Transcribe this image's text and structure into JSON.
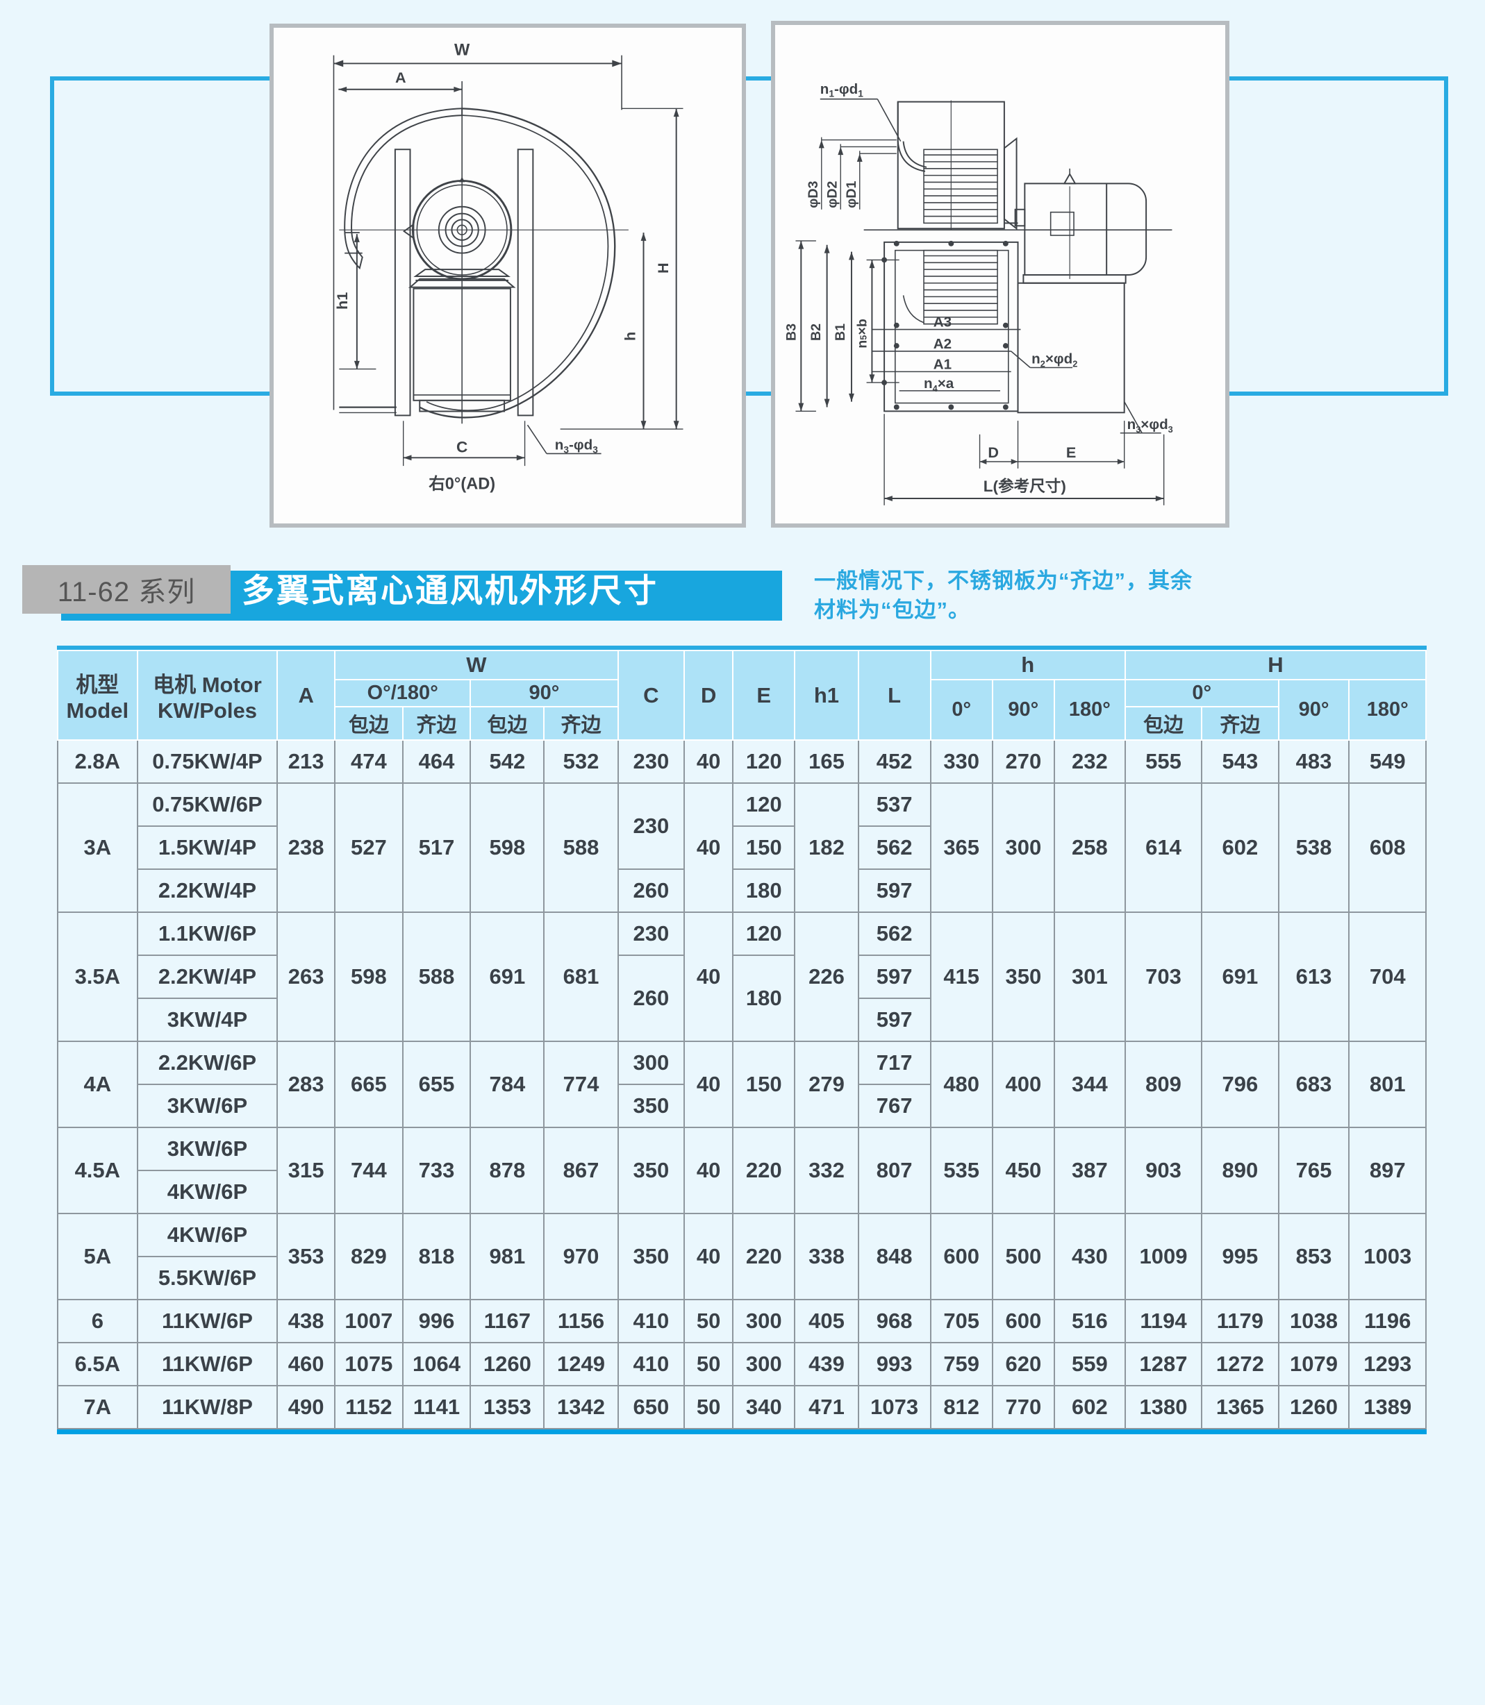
{
  "title": {
    "badge": "11-62 系列",
    "main": "多翼式离心通风机外形尺寸",
    "note_line1": "一般情况下，不锈钢板为“齐边”，其余",
    "note_line2": "材料为“包边”。"
  },
  "colors": {
    "accent": "#29abe2",
    "banner": "#18a6de",
    "badge": "#b5b5b5",
    "header_bg": "#ade2f7",
    "cell_bg": "#eaf7fd",
    "page_bg": "#eaf7fd",
    "text": "#3a4148",
    "note_text": "#2aa8e0",
    "rule": "#00a0e3"
  },
  "drawings": {
    "left": {
      "caption": "右0°(AD)",
      "labels": [
        "W",
        "A",
        "h1",
        "H",
        "h",
        "C",
        "n₃-φd₃"
      ]
    },
    "right": {
      "caption": "L(参考尺寸)",
      "labels": [
        "n₁-φd₁",
        "φD3",
        "φD2",
        "φD1",
        "B3",
        "B2",
        "B1",
        "n₅×b",
        "A3",
        "A2",
        "A1",
        "n₄×a",
        "n₂×φd₂",
        "D",
        "E",
        "n₃×φd₃"
      ]
    }
  },
  "table": {
    "headers": {
      "model": "机型",
      "model_en": "Model",
      "motor": "电机 Motor",
      "motor_en": "KW/Poles",
      "A": "A",
      "W": "W",
      "W_0_180": "O°/180°",
      "W_90": "90°",
      "baobian": "包边",
      "qibian": "齐边",
      "C": "C",
      "D": "D",
      "E": "E",
      "h1": "h1",
      "L": "L",
      "h": "h",
      "h_0": "0°",
      "h_90": "90°",
      "h_180": "180°",
      "H": "H",
      "H_0": "0°",
      "H_90": "90°",
      "H_180": "180°"
    },
    "rows": [
      {
        "model": "2.8A",
        "model_rowspan": 1,
        "motor": "0.75KW/4P",
        "A": "213",
        "A_rowspan": 1,
        "W0b": "474",
        "W0q": "464",
        "W90b": "542",
        "W90q": "532",
        "W_rowspan": 1,
        "C": "230",
        "C_rowspan": 1,
        "D": "40",
        "D_rowspan": 1,
        "E": "120",
        "E_rowspan": 1,
        "h1": "165",
        "h1_rowspan": 1,
        "L": "452",
        "L_rowspan": 1,
        "h0": "330",
        "h90": "270",
        "h180": "232",
        "h_rowspan": 1,
        "H0b": "555",
        "H0q": "543",
        "H90": "483",
        "H180": "549",
        "H_rowspan": 1
      },
      {
        "model": "3A",
        "model_rowspan": 3,
        "motor": "0.75KW/6P",
        "A": "238",
        "A_rowspan": 3,
        "W0b": "527",
        "W0q": "517",
        "W90b": "598",
        "W90q": "588",
        "W_rowspan": 3,
        "C": "230",
        "C_rowspan": 2,
        "D": "40",
        "D_rowspan": 3,
        "E": "120",
        "E_rowspan": 1,
        "h1": "182",
        "h1_rowspan": 3,
        "L": "537",
        "L_rowspan": 1,
        "h0": "365",
        "h90": "300",
        "h180": "258",
        "h_rowspan": 3,
        "H0b": "614",
        "H0q": "602",
        "H90": "538",
        "H180": "608",
        "H_rowspan": 3
      },
      {
        "motor": "1.5KW/4P",
        "E": "150",
        "E_rowspan": 1,
        "L": "562",
        "L_rowspan": 1
      },
      {
        "motor": "2.2KW/4P",
        "C": "260",
        "C_rowspan": 1,
        "E": "180",
        "E_rowspan": 1,
        "L": "597",
        "L_rowspan": 1
      },
      {
        "model": "3.5A",
        "model_rowspan": 3,
        "motor": "1.1KW/6P",
        "A": "263",
        "A_rowspan": 3,
        "W0b": "598",
        "W0q": "588",
        "W90b": "691",
        "W90q": "681",
        "W_rowspan": 3,
        "C": "230",
        "C_rowspan": 1,
        "D": "40",
        "D_rowspan": 3,
        "E": "120",
        "E_rowspan": 1,
        "h1": "226",
        "h1_rowspan": 3,
        "L": "562",
        "L_rowspan": 1,
        "h0": "415",
        "h90": "350",
        "h180": "301",
        "h_rowspan": 3,
        "H0b": "703",
        "H0q": "691",
        "H90": "613",
        "H180": "704",
        "H_rowspan": 3
      },
      {
        "motor": "2.2KW/4P",
        "C": "260",
        "C_rowspan": 2,
        "E": "180",
        "E_rowspan": 2,
        "L": "597",
        "L_rowspan": 1
      },
      {
        "motor": "3KW/4P",
        "L": "597",
        "L_rowspan": 1
      },
      {
        "model": "4A",
        "model_rowspan": 2,
        "motor": "2.2KW/6P",
        "A": "283",
        "A_rowspan": 2,
        "W0b": "665",
        "W0q": "655",
        "W90b": "784",
        "W90q": "774",
        "W_rowspan": 2,
        "C": "300",
        "C_rowspan": 1,
        "D": "40",
        "D_rowspan": 2,
        "E": "150",
        "E_rowspan": 2,
        "h1": "279",
        "h1_rowspan": 2,
        "L": "717",
        "L_rowspan": 1,
        "h0": "480",
        "h90": "400",
        "h180": "344",
        "h_rowspan": 2,
        "H0b": "809",
        "H0q": "796",
        "H90": "683",
        "H180": "801",
        "H_rowspan": 2
      },
      {
        "motor": "3KW/6P",
        "C": "350",
        "C_rowspan": 1,
        "L": "767",
        "L_rowspan": 1
      },
      {
        "model": "4.5A",
        "model_rowspan": 2,
        "motor": "3KW/6P",
        "A": "315",
        "A_rowspan": 2,
        "W0b": "744",
        "W0q": "733",
        "W90b": "878",
        "W90q": "867",
        "W_rowspan": 2,
        "C": "350",
        "C_rowspan": 2,
        "D": "40",
        "D_rowspan": 2,
        "E": "220",
        "E_rowspan": 2,
        "h1": "332",
        "h1_rowspan": 2,
        "L": "807",
        "L_rowspan": 2,
        "h0": "535",
        "h90": "450",
        "h180": "387",
        "h_rowspan": 2,
        "H0b": "903",
        "H0q": "890",
        "H90": "765",
        "H180": "897",
        "H_rowspan": 2
      },
      {
        "motor": "4KW/6P"
      },
      {
        "model": "5A",
        "model_rowspan": 2,
        "motor": "4KW/6P",
        "A": "353",
        "A_rowspan": 2,
        "W0b": "829",
        "W0q": "818",
        "W90b": "981",
        "W90q": "970",
        "W_rowspan": 2,
        "C": "350",
        "C_rowspan": 2,
        "D": "40",
        "D_rowspan": 2,
        "E": "220",
        "E_rowspan": 2,
        "h1": "338",
        "h1_rowspan": 2,
        "L": "848",
        "L_rowspan": 2,
        "h0": "600",
        "h90": "500",
        "h180": "430",
        "h_rowspan": 2,
        "H0b": "1009",
        "H0q": "995",
        "H90": "853",
        "H180": "1003",
        "H_rowspan": 2
      },
      {
        "motor": "5.5KW/6P"
      },
      {
        "model": "6",
        "model_rowspan": 1,
        "motor": "11KW/6P",
        "A": "438",
        "A_rowspan": 1,
        "W0b": "1007",
        "W0q": "996",
        "W90b": "1167",
        "W90q": "1156",
        "W_rowspan": 1,
        "C": "410",
        "C_rowspan": 1,
        "D": "50",
        "D_rowspan": 1,
        "E": "300",
        "E_rowspan": 1,
        "h1": "405",
        "h1_rowspan": 1,
        "L": "968",
        "L_rowspan": 1,
        "h0": "705",
        "h90": "600",
        "h180": "516",
        "h_rowspan": 1,
        "H0b": "1194",
        "H0q": "1179",
        "H90": "1038",
        "H180": "1196",
        "H_rowspan": 1
      },
      {
        "model": "6.5A",
        "model_rowspan": 1,
        "motor": "11KW/6P",
        "A": "460",
        "A_rowspan": 1,
        "W0b": "1075",
        "W0q": "1064",
        "W90b": "1260",
        "W90q": "1249",
        "W_rowspan": 1,
        "C": "410",
        "C_rowspan": 1,
        "D": "50",
        "D_rowspan": 1,
        "E": "300",
        "E_rowspan": 1,
        "h1": "439",
        "h1_rowspan": 1,
        "L": "993",
        "L_rowspan": 1,
        "h0": "759",
        "h90": "620",
        "h180": "559",
        "h_rowspan": 1,
        "H0b": "1287",
        "H0q": "1272",
        "H90": "1079",
        "H180": "1293",
        "H_rowspan": 1
      },
      {
        "model": "7A",
        "model_rowspan": 1,
        "motor": "11KW/8P",
        "A": "490",
        "A_rowspan": 1,
        "W0b": "1152",
        "W0q": "1141",
        "W90b": "1353",
        "W90q": "1342",
        "W_rowspan": 1,
        "C": "650",
        "C_rowspan": 1,
        "D": "50",
        "D_rowspan": 1,
        "E": "340",
        "E_rowspan": 1,
        "h1": "471",
        "h1_rowspan": 1,
        "L": "1073",
        "L_rowspan": 1,
        "h0": "812",
        "h90": "770",
        "h180": "602",
        "h_rowspan": 1,
        "H0b": "1380",
        "H0q": "1365",
        "H90": "1260",
        "H180": "1389",
        "H_rowspan": 1
      }
    ]
  }
}
